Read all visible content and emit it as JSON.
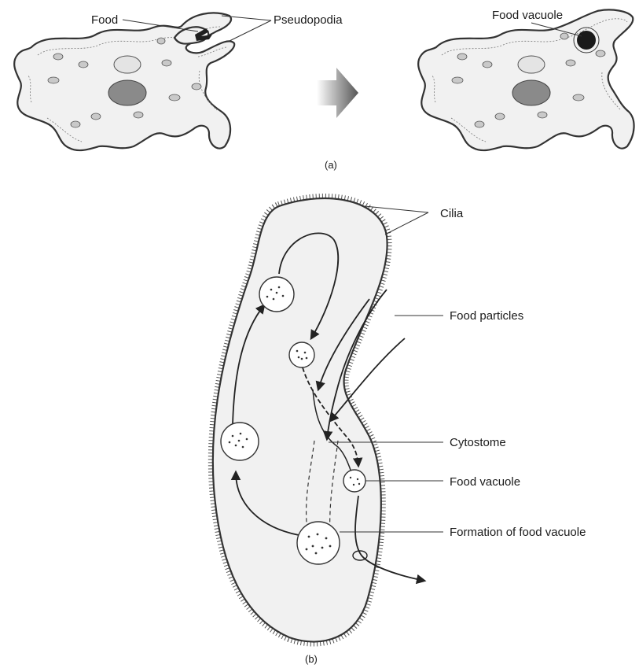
{
  "panel_a": {
    "caption": "(a)",
    "labels": {
      "food": "Food",
      "pseudopodia": "Pseudopodia",
      "food_vacuole": "Food vacuole"
    }
  },
  "panel_b": {
    "caption": "(b)",
    "labels": {
      "cilia": "Cilia",
      "food_particles": "Food particles",
      "cytostome": "Cytostome",
      "food_vacuole": "Food vacuole",
      "formation": "Formation of food vacuole"
    }
  },
  "colors": {
    "cell_fill": "#f1f1f1",
    "outline": "#333333",
    "nucleus": "#8a8a8a",
    "arrow_gray": "#6e6e6e"
  }
}
